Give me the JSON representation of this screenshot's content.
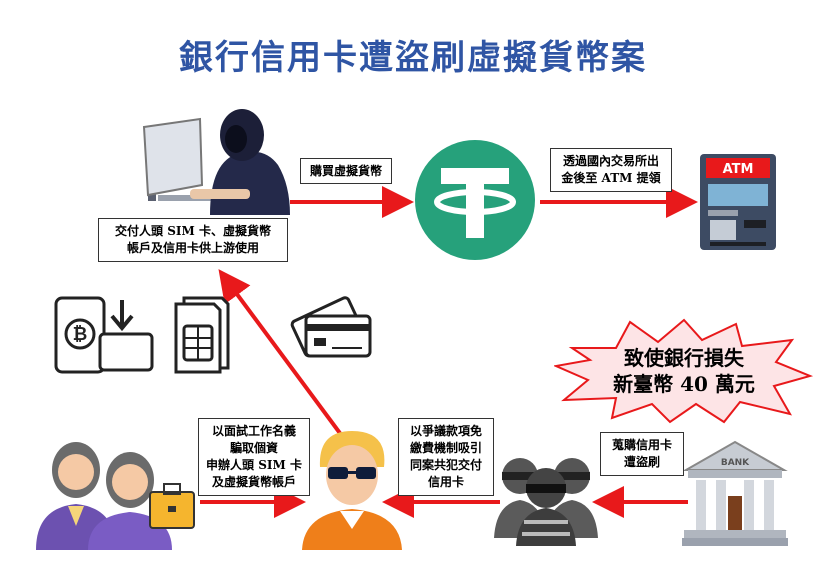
{
  "title": "銀行信用卡遭盜刷虛擬貨幣案",
  "labels": {
    "buy": "購買虛擬貨幣",
    "withdraw": "透過國內交易所出\n金後至 ATM 提領",
    "deliver": "交付人頭 SIM 卡、虛擬貨幣\n帳戶及信用卡供上游使用",
    "recruit": "以面試工作名義\n騙取個資\n申辦人頭 SIM 卡\n及虛擬貨幣帳戶",
    "lure": "以爭議款項免\n繳費機制吸引\n同案共犯交付\n信用卡",
    "card_stolen": "蒐購信用卡\n遭盜刷",
    "loss": [
      "致使銀行損失",
      "新臺幣 40 萬元"
    ]
  },
  "icons": {
    "atm_label": "ATM",
    "bank_label": "BANK"
  },
  "colors": {
    "title": "#2f55a4",
    "arrow": "#e8191b",
    "tether": "#26a17b"
  }
}
